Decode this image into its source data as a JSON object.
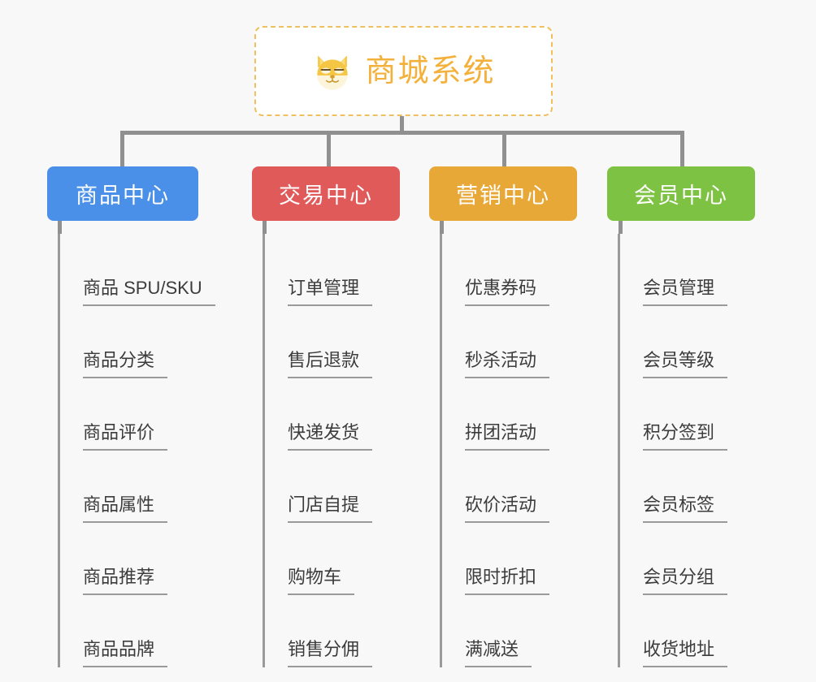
{
  "root": {
    "title": "商城系统",
    "icon": "shiba-inu-icon",
    "title_color": "#f3b13c",
    "border_color": "#f0c060"
  },
  "connector_color": "#909090",
  "columns": [
    {
      "id": "product-center",
      "label": "商品中心",
      "color": "#4a90e8",
      "items": [
        "商品 SPU/SKU",
        "商品分类",
        "商品评价",
        "商品属性",
        "商品推荐",
        "商品品牌"
      ]
    },
    {
      "id": "trade-center",
      "label": "交易中心",
      "color": "#e05a5a",
      "items": [
        "订单管理",
        "售后退款",
        "快递发货",
        "门店自提",
        "购物车",
        "销售分佣"
      ]
    },
    {
      "id": "marketing-center",
      "label": "营销中心",
      "color": "#e8a838",
      "items": [
        "优惠券码",
        "秒杀活动",
        "拼团活动",
        "砍价活动",
        "限时折扣",
        "满减送"
      ]
    },
    {
      "id": "member-center",
      "label": "会员中心",
      "color": "#7dc242",
      "items": [
        "会员管理",
        "会员等级",
        "积分签到",
        "会员标签",
        "会员分组",
        "收货地址"
      ]
    }
  ]
}
